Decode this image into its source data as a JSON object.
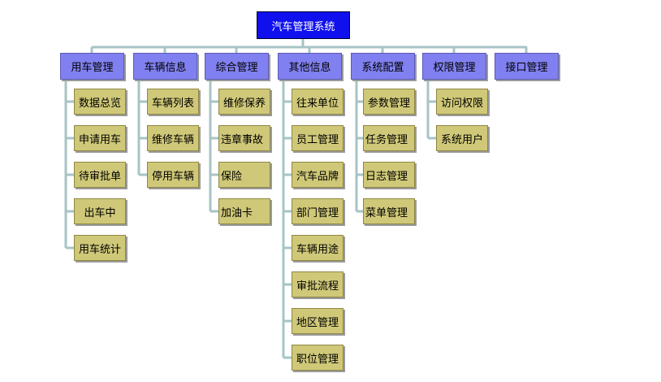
{
  "root": "汽车管理系统",
  "categories": [
    {
      "label": "用车管理",
      "items": [
        "数据总览",
        "申请用车",
        "待审批单",
        "出车中",
        "用车统计"
      ]
    },
    {
      "label": "车辆信息",
      "items": [
        "车辆列表",
        "维修车辆",
        "停用车辆"
      ]
    },
    {
      "label": "综合管理",
      "items": [
        "维修保养",
        "违章事故",
        "保险",
        "加油卡"
      ]
    },
    {
      "label": "其他信息",
      "items": [
        "往来单位",
        "员工管理",
        "汽车品牌",
        "部门管理",
        "车辆用途",
        "审批流程",
        "地区管理",
        "职位管理"
      ]
    },
    {
      "label": "系统配置",
      "items": [
        "参数管理",
        "任务管理",
        "日志管理",
        "菜单管理"
      ]
    },
    {
      "label": "权限管理",
      "items": [
        "访问权限",
        "系统用户"
      ]
    },
    {
      "label": "接口管理",
      "items": []
    }
  ],
  "colors": {
    "root_fill": "#1010ee",
    "category_fill": "#8080f0",
    "item_fill": "#cfc878",
    "connector": "#a7c4c6"
  }
}
